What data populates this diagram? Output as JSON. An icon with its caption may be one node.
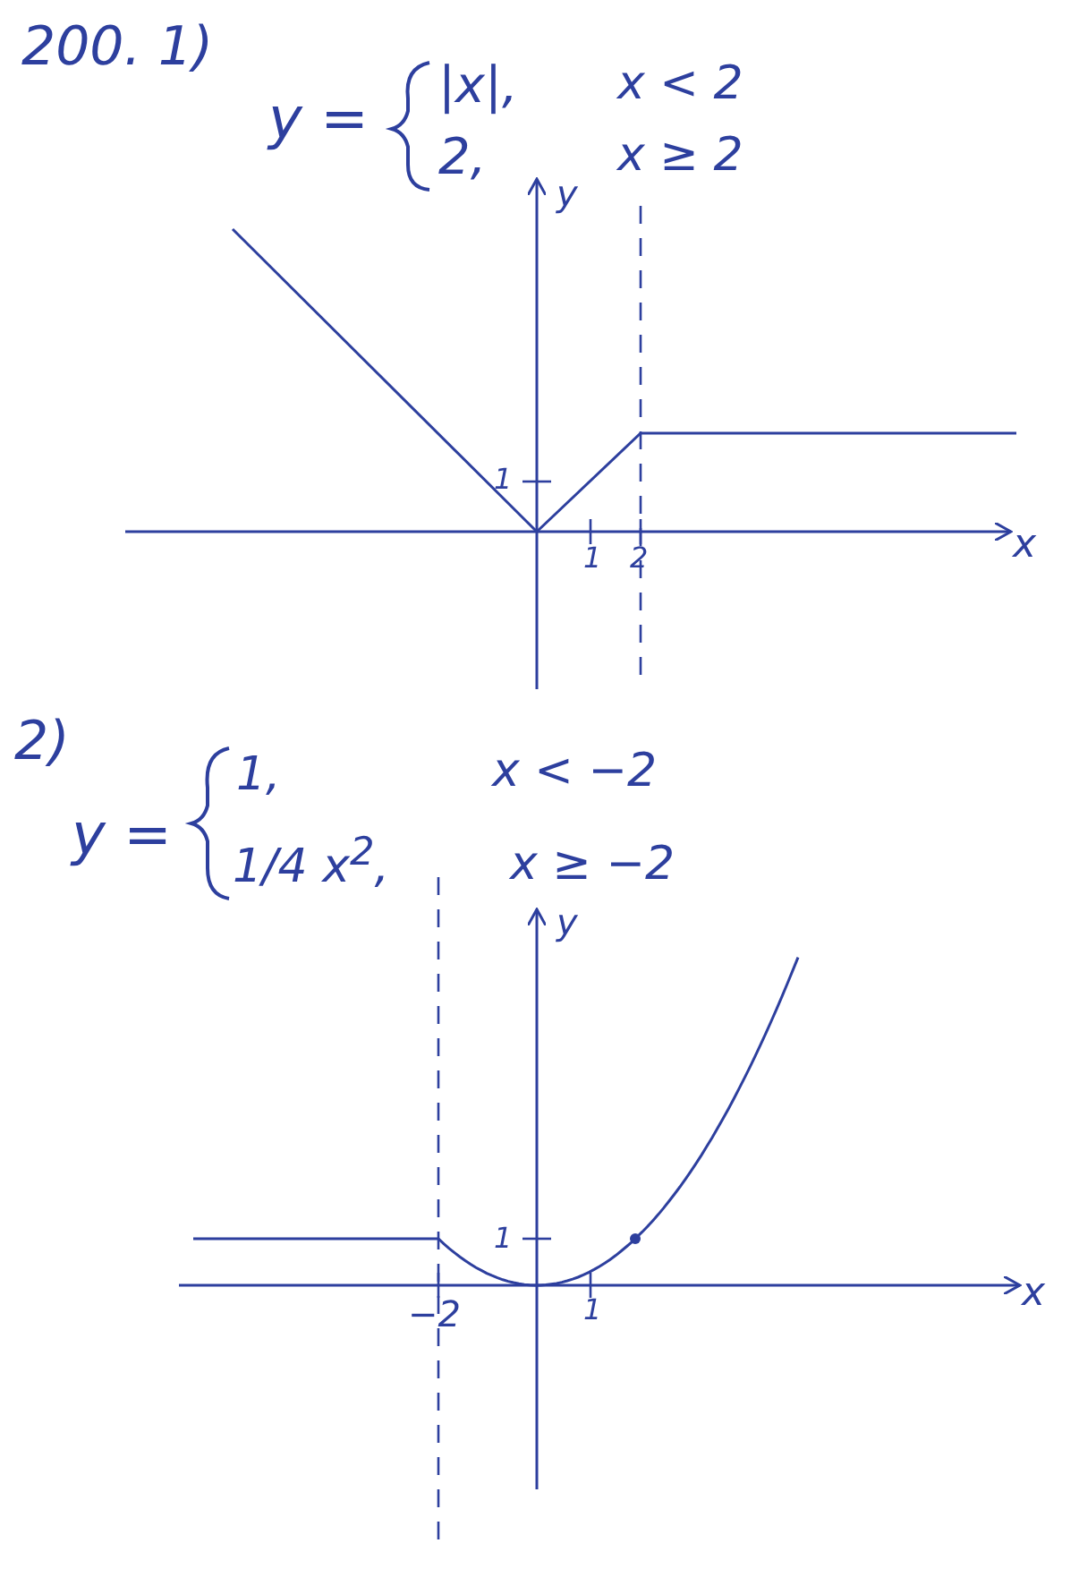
{
  "diagram": {
    "labels": [
      "200. 1)",
      "y =",
      "|x|,",
      "x < 2",
      "2,",
      "x ≥ 2",
      "y",
      "1",
      "1",
      "2",
      "x",
      "2)",
      "y =",
      "1,",
      "x < −2",
      "1/4 x$^{2}$,",
      "x ≥ −2",
      "y",
      "1",
      "−2",
      "1",
      "x"
    ]
  }
}
